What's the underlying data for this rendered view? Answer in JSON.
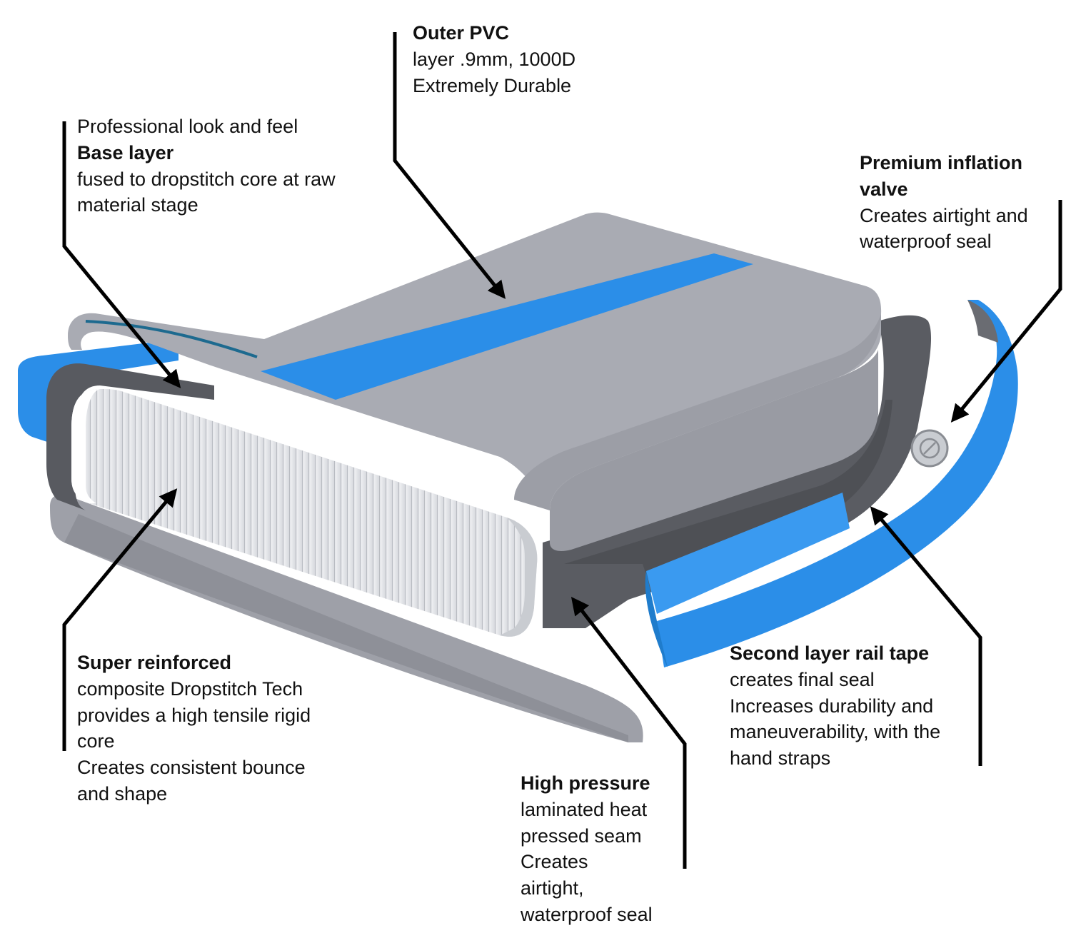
{
  "callouts": [
    {
      "id": "outer-pvc",
      "title": "Outer PVC",
      "lines_before": [],
      "lines": [
        "layer .9mm, 1000D",
        "Extremely Durable"
      ]
    },
    {
      "id": "base-layer",
      "title": "Base layer",
      "lines_before": [
        "Professional look and feel"
      ],
      "lines": [
        "fused to dropstitch core at raw",
        "material stage"
      ]
    },
    {
      "id": "inflation-valve",
      "title": "Premium inflation",
      "title2": "valve",
      "lines_before": [],
      "lines": [
        "Creates airtight and",
        "waterproof seal"
      ]
    },
    {
      "id": "dropstitch-core",
      "title": "Super reinforced",
      "lines_before": [],
      "lines": [
        "composite Dropstitch Tech",
        "provides a high tensile rigid",
        "core",
        "Creates consistent bounce",
        "and shape"
      ]
    },
    {
      "id": "rail-tape",
      "title": "Second layer rail tape",
      "lines_before": [],
      "lines": [
        "creates final seal",
        "Increases durability and",
        "maneuverability, with the",
        "hand straps"
      ]
    },
    {
      "id": "seam",
      "title": "High pressure",
      "lines_before": [],
      "lines": [
        "laminated heat",
        "pressed seam",
        "Creates",
        "airtight,",
        "waterproof seal"
      ]
    }
  ],
  "colors": {
    "accent_blue": "#2b8ee8",
    "board_gray": "#a9abb3",
    "dark_gray": "#55575c",
    "core_white": "#eef0f3"
  }
}
